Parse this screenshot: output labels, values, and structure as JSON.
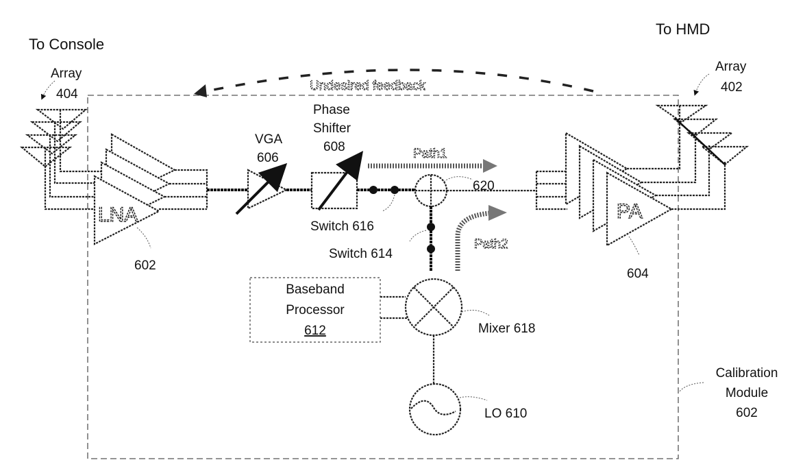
{
  "diagram": {
    "title_left": "To Console",
    "title_right": "To HMD",
    "array_left": {
      "label": "Array",
      "number": "404"
    },
    "array_right": {
      "label": "Array",
      "number": "402"
    },
    "feedback_label": "Undesired feedback",
    "lna": {
      "label": "LNA",
      "number": "602"
    },
    "pa": {
      "label": "PA",
      "number": "604"
    },
    "vga": {
      "label": "VGA",
      "number": "606"
    },
    "phase_shifter": {
      "line1": "Phase",
      "line2": "Shifter",
      "number": "608"
    },
    "path1_label": "Path1",
    "path2_label": "Path2",
    "combiner_number": "620",
    "switch_616": "Switch 616",
    "switch_614": "Switch 614",
    "baseband": {
      "line1": "Baseband",
      "line2": "Processor",
      "number": "612"
    },
    "mixer": "Mixer 618",
    "lo": "LO 610",
    "calibration": {
      "line1": "Calibration",
      "line2": "Module",
      "number": "602"
    }
  }
}
